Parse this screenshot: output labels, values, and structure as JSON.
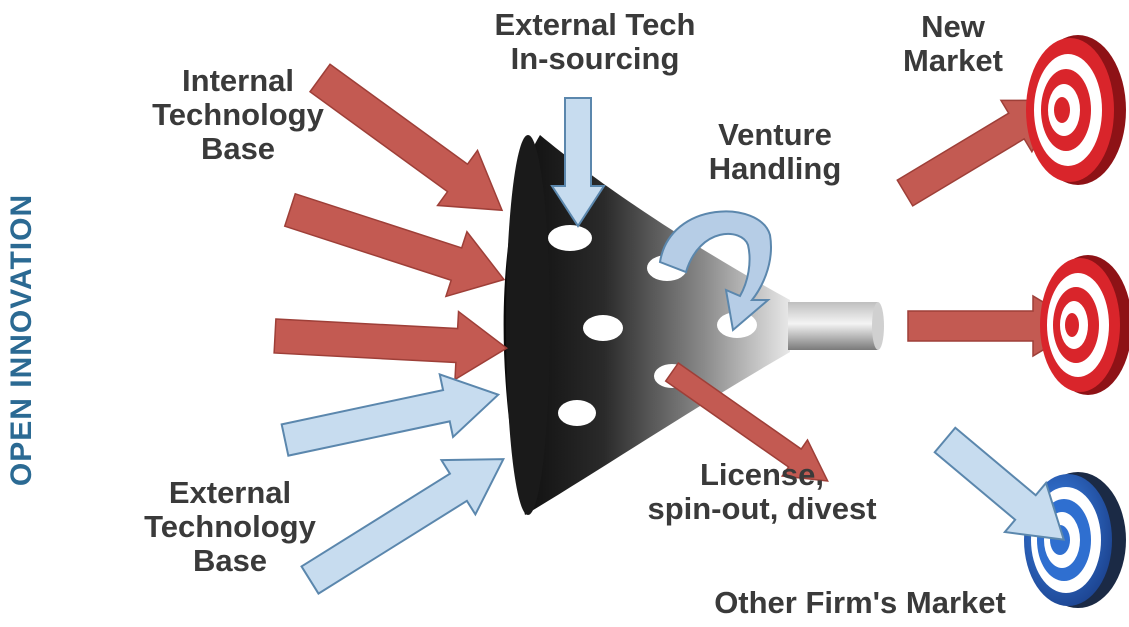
{
  "side_label": "OPEN INNOVATION",
  "labels": {
    "internal_tech_base": [
      "Internal",
      "Technology",
      "Base"
    ],
    "external_tech_insourcing": [
      "External Tech",
      "In-sourcing"
    ],
    "venture_handling": [
      "Venture",
      "Handling"
    ],
    "new_market": [
      "New",
      "Market"
    ],
    "license_spinout": [
      "License,",
      "spin-out, divest"
    ],
    "external_tech_base": [
      "External",
      "Technology",
      "Base"
    ],
    "other_firms_market": "Other Firm's Market"
  },
  "colors": {
    "red_arrow": "#c35a52",
    "blue_arrow": "#c7dcef",
    "blue_outline": "#5b87ad",
    "side_text": "#2b6a93",
    "label_text": "#3a3a3a",
    "target_red": "#d9252b",
    "target_blue": "#2f6fd0"
  },
  "icons": {
    "funnel": "funnel-icon",
    "target": "target-icon"
  }
}
